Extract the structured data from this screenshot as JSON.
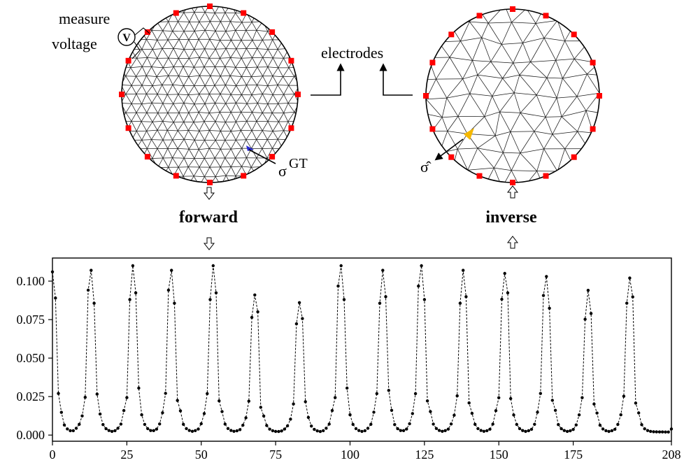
{
  "labels": {
    "measure": "measure",
    "voltage": "voltage",
    "v_symbol": "V",
    "electrodes": "electrodes",
    "sigma_gt": "σ",
    "sigma_gt_sup": "GT",
    "sigma_hat": "σ̂",
    "forward": "forward",
    "inverse": "inverse"
  },
  "colors": {
    "electrode": "#ff0000",
    "gt_element": "#2a2ad0",
    "estimated_element": "#f5b800",
    "mesh": "#1a1a1a"
  },
  "meshes": {
    "left": {
      "electrode_count": 16,
      "highlight": "gt_element"
    },
    "right": {
      "electrode_count": 16,
      "highlight": "estimated_element"
    }
  },
  "chart_data": {
    "type": "line",
    "style": "dashed line with dot markers",
    "xlim": [
      0,
      208
    ],
    "ylim": [
      0.0,
      0.11
    ],
    "xticks": [
      "0",
      "25",
      "50",
      "75",
      "100",
      "125",
      "150",
      "175",
      "208"
    ],
    "yticks": [
      "0.000",
      "0.025",
      "0.050",
      "0.075",
      "0.100"
    ],
    "peaks": [
      {
        "x": 0,
        "y": 0.106
      },
      {
        "x": 13,
        "y": 0.107
      },
      {
        "x": 27,
        "y": 0.11
      },
      {
        "x": 40,
        "y": 0.107
      },
      {
        "x": 54,
        "y": 0.11
      },
      {
        "x": 68,
        "y": 0.091
      },
      {
        "x": 83,
        "y": 0.086
      },
      {
        "x": 97,
        "y": 0.11
      },
      {
        "x": 111,
        "y": 0.107
      },
      {
        "x": 124,
        "y": 0.11
      },
      {
        "x": 138,
        "y": 0.107
      },
      {
        "x": 152,
        "y": 0.105
      },
      {
        "x": 166,
        "y": 0.103
      },
      {
        "x": 180,
        "y": 0.094
      },
      {
        "x": 194,
        "y": 0.102
      }
    ],
    "baseline_min": 0.002,
    "grid": false
  }
}
